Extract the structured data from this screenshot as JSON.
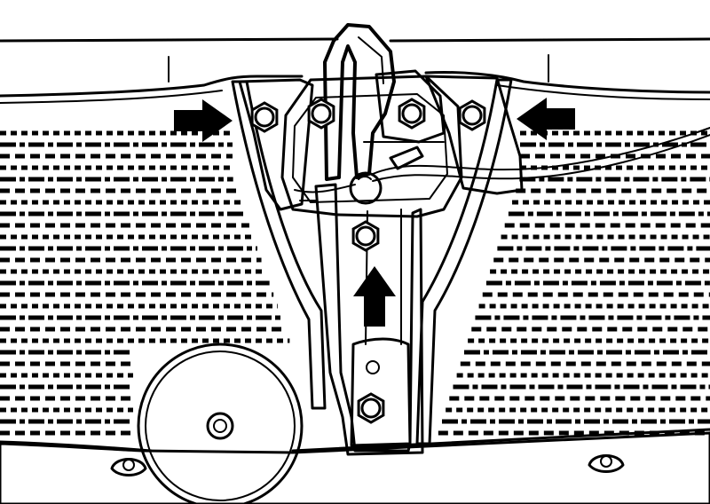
{
  "figure": {
    "kind": "line-art technical illustration",
    "ink_color": "#000000",
    "paper_color": "#ffffff",
    "callouts": [
      {
        "id": "arrow-left-bolt",
        "direction": "right"
      },
      {
        "id": "arrow-right-bolt",
        "direction": "left"
      },
      {
        "id": "arrow-center-bolt",
        "direction": "up"
      }
    ]
  }
}
